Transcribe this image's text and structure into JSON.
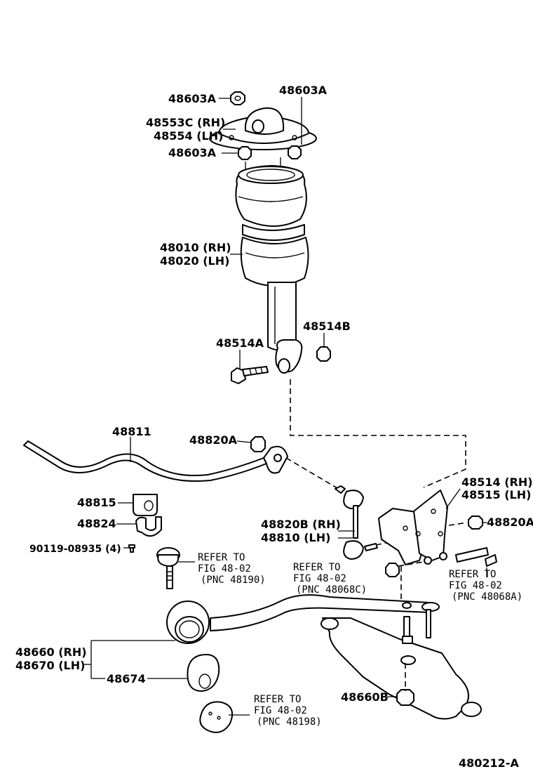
{
  "labels": {
    "l48603A_top_left": "48603A",
    "l48603A_top_right": "48603A",
    "l48553C": "48553C (RH)",
    "l48554": "48554 (LH)",
    "l48603A_mid": "48603A",
    "l48010": "48010 (RH)",
    "l48020": "48020 (LH)",
    "l48514B": "48514B",
    "l48514A": "48514A",
    "l48811": "48811",
    "l48820A_left": "48820A",
    "l48815": "48815",
    "l48824": "48824",
    "l90119": "90119-08935 (4)",
    "l48820B": "48820B (RH)",
    "l48810": "48810  (LH)",
    "l48514": "48514 (RH)",
    "l48515": "48515 (LH)",
    "l48820A_right": "48820A",
    "l48660": "48660 (RH)",
    "l48670": "48670 (LH)",
    "l48674": "48674",
    "l48660B": "48660B",
    "diagram_code": "480212-A"
  },
  "refs": {
    "r1_a": "REFER TO",
    "r1_b": "FIG 48-02",
    "r1_c": "(PNC 48190)",
    "r2_a": "REFER TO",
    "r2_b": "FIG 48-02",
    "r2_c": "(PNC 48068C)",
    "r3_a": "REFER TO",
    "r3_b": "FIG 48-02",
    "r3_c": "(PNC 48068A)",
    "r4_a": "REFER TO",
    "r4_b": "FIG 48-02",
    "r4_c": "(PNC 48198)"
  }
}
